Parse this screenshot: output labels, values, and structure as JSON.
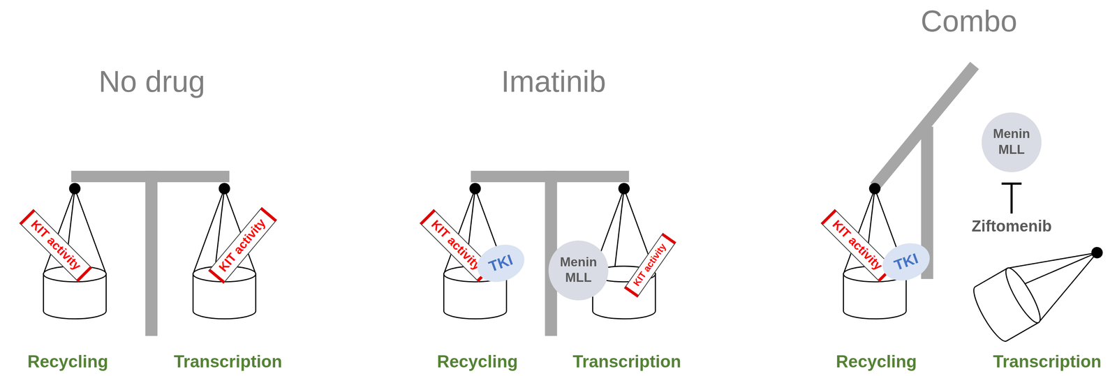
{
  "diagram": {
    "nodes": [
      {
        "text": [
          "KIT activity"
        ]
      },
      {
        "text": [
          "KIT activity"
        ]
      },
      {
        "text": [
          "KIT activity"
        ]
      },
      {
        "text": [
          "TKI"
        ]
      },
      {
        "text": [
          "Menin MLL"
        ]
      },
      {
        "text": [
          "KIT activity"
        ]
      },
      {
        "text": [
          "KIT activity"
        ]
      },
      {
        "text": [
          "TKI"
        ]
      },
      {
        "text": [
          "Menin MLL"
        ]
      }
    ],
    "labels": [
      "No drug",
      "Imatinib",
      "Combo",
      "Recycling",
      "Transcription",
      "Recycling",
      "Transcription",
      "Recycling",
      "Transcription",
      "Ziftomenib"
    ]
  }
}
